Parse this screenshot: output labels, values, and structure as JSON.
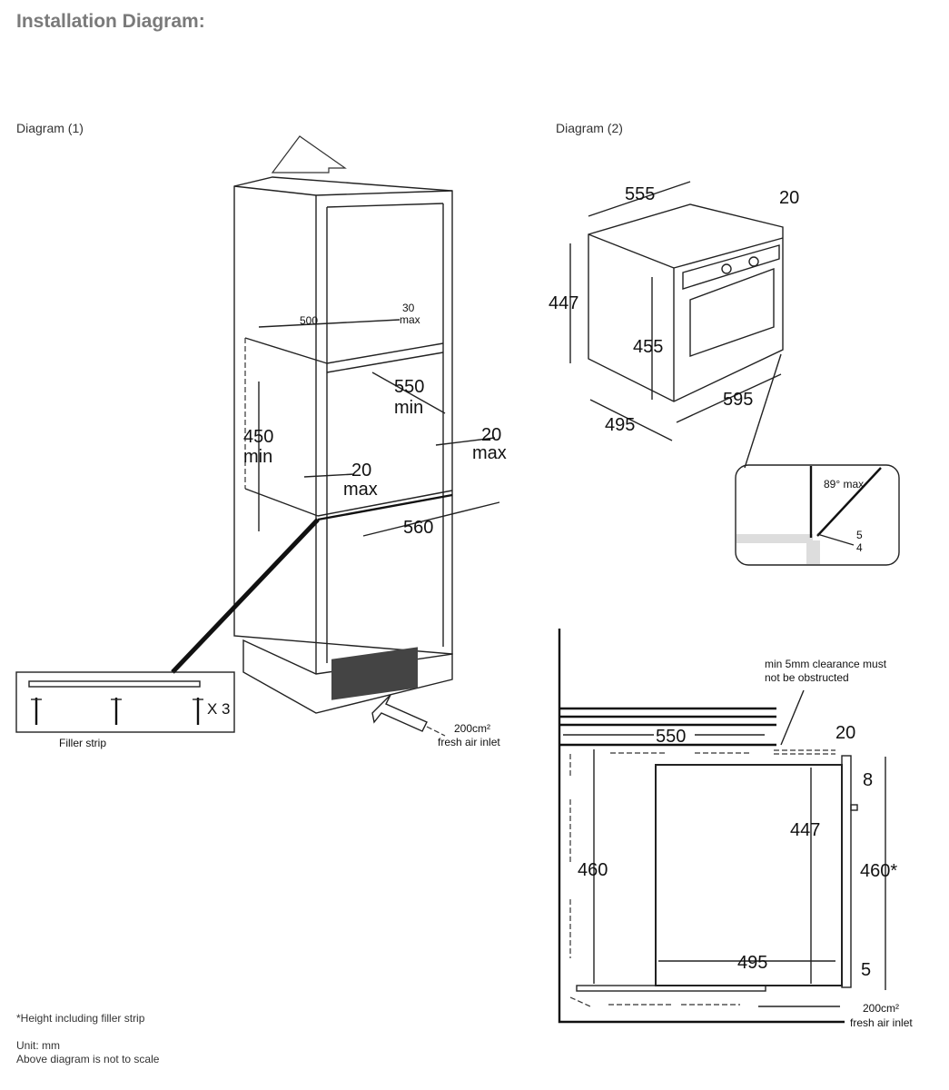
{
  "title": "Installation Diagram:",
  "diagram1": {
    "caption": "Diagram (1)",
    "dims": {
      "d500": "500",
      "d30": "30",
      "d30max": "max",
      "d550": "550",
      "d550min": "min",
      "d450": "450",
      "d450min": "min",
      "d20a": "20",
      "d20amax": "max",
      "d20b": "20",
      "d20bmax": "max",
      "d560": "560"
    },
    "filler_strip_label": "Filler strip",
    "screws_count": "X 3",
    "air_inlet_line1": "200cm²",
    "air_inlet_line2": "fresh air inlet"
  },
  "diagram2": {
    "caption": "Diagram (2)",
    "dims": {
      "d555": "555",
      "d20": "20",
      "d447": "447",
      "d455": "455",
      "d595": "595",
      "d495": "495"
    },
    "detail": {
      "angle": "89° max",
      "d5": "5",
      "d4": "4"
    }
  },
  "diagram3": {
    "clearance_line1": "min 5mm clearance must",
    "clearance_line2": "not be obstructed",
    "dims": {
      "d550": "550",
      "d20": "20",
      "d8": "8",
      "d447": "447",
      "d460": "460",
      "d460s": "460*",
      "d495": "495",
      "d5": "5"
    },
    "air_inlet_line1": "200cm²",
    "air_inlet_line2": "fresh air inlet"
  },
  "notes": {
    "height_note": "*Height including filler strip",
    "unit": "Unit: mm",
    "scale": "Above diagram is not to scale"
  }
}
